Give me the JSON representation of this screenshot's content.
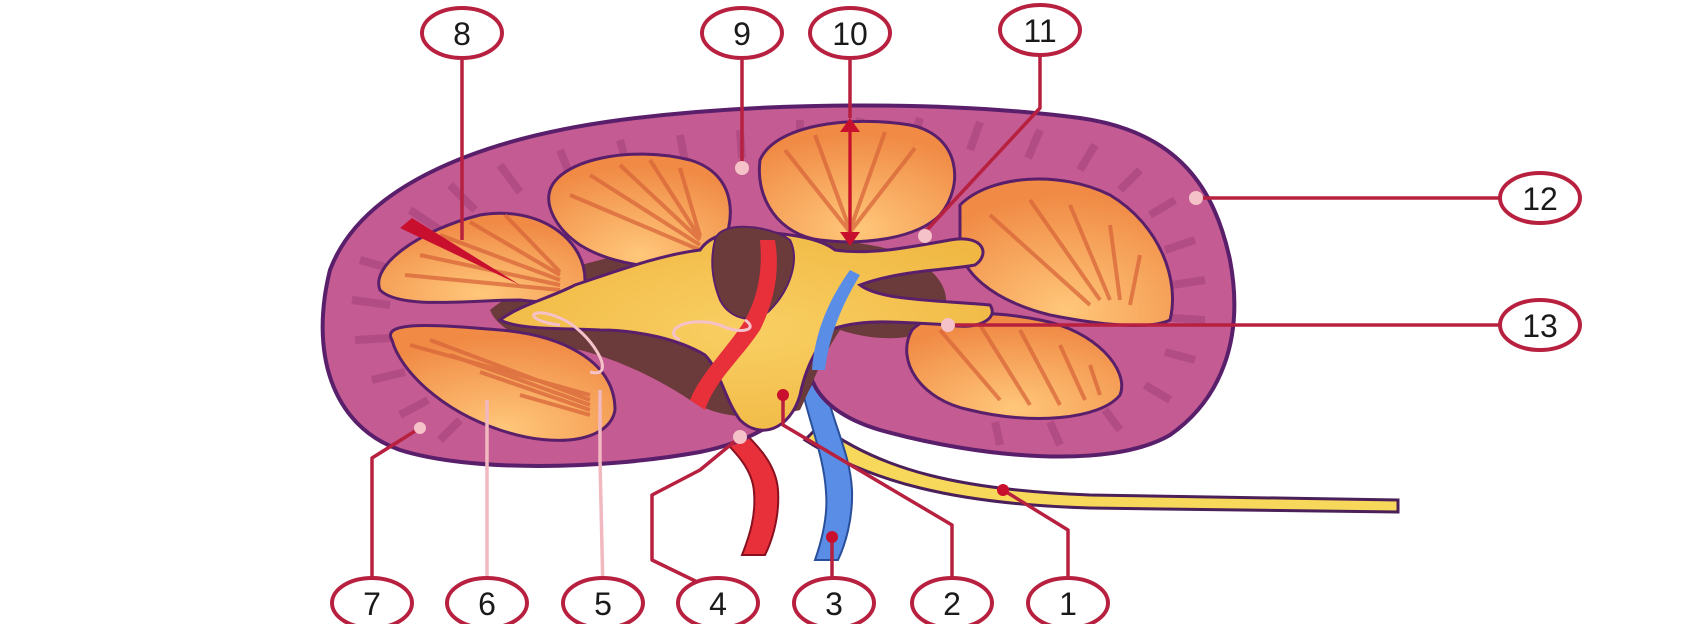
{
  "labels": [
    {
      "id": "1",
      "text": "1"
    },
    {
      "id": "2",
      "text": "2"
    },
    {
      "id": "3",
      "text": "3"
    },
    {
      "id": "4",
      "text": "4"
    },
    {
      "id": "5",
      "text": "5"
    },
    {
      "id": "6",
      "text": "6"
    },
    {
      "id": "7",
      "text": "7"
    },
    {
      "id": "8",
      "text": "8"
    },
    {
      "id": "9",
      "text": "9"
    },
    {
      "id": "10",
      "text": "10"
    },
    {
      "id": "11",
      "text": "11"
    },
    {
      "id": "12",
      "text": "12"
    },
    {
      "id": "13",
      "text": "13"
    }
  ],
  "colors": {
    "cortex": "#c45b92",
    "cortex_outline": "#5a1f6b",
    "pyramid": "#f29a52",
    "pelvis": "#f7c453",
    "sinus": "#6b3a3a",
    "artery": "#e8303a",
    "vein": "#5a8de6",
    "ureter": "#f7d85a",
    "leader": "#b8203f"
  }
}
